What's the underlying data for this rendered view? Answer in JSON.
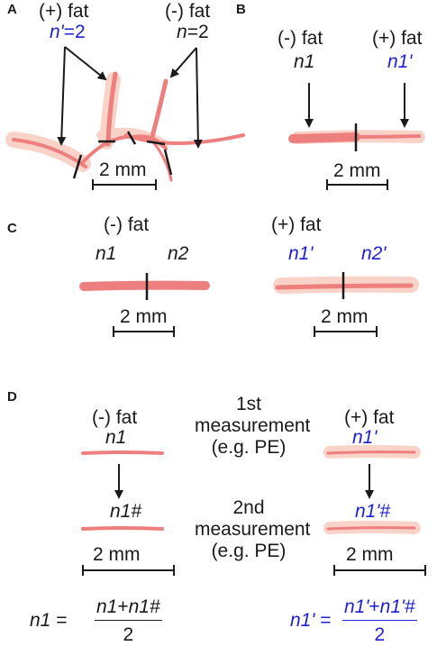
{
  "panel_a": {
    "letter": "A",
    "plus_fat": "(+) fat",
    "plus_n_var": "n'",
    "plus_n_val": "=2",
    "minus_fat": "(-) fat",
    "minus_n_var": "n",
    "minus_n_val": "=2",
    "scale": "2 mm"
  },
  "panel_b": {
    "letter": "B",
    "minus_fat": "(-) fat",
    "minus_n": "n1",
    "plus_fat": "(+) fat",
    "plus_n": "n1'",
    "scale": "2 mm"
  },
  "panel_c": {
    "letter": "C",
    "minus_fat": "(-) fat",
    "n1": "n1",
    "n2": "n2",
    "plus_fat": "(+) fat",
    "n1p": "n1'",
    "n2p": "n2'",
    "scale_left": "2 mm",
    "scale_right": "2 mm"
  },
  "panel_d": {
    "letter": "D",
    "minus_fat": "(-) fat",
    "n1": "n1",
    "n1_hash": "n1#",
    "plus_fat": "(+) fat",
    "n1p": "n1'",
    "n1p_hash": "n1'#",
    "first_line1": "1st",
    "first_line2": "measurement",
    "first_line3": "(e.g. PE)",
    "second_line1": "2nd",
    "second_line2": "measurement",
    "second_line3": "(e.g. PE)",
    "scale_left": "2 mm",
    "scale_right": "2 mm",
    "formula_left": {
      "lhs_var": "n1",
      "eq": " =",
      "num_a": "n1",
      "plus": "+",
      "num_b": "n1#",
      "den": "2"
    },
    "formula_right": {
      "lhs_var": "n1'",
      "eq": " =",
      "num_a": "n1'",
      "plus": "+",
      "num_b": "n1'#",
      "den": "2"
    }
  },
  "colors": {
    "fiber": "#ee7f7f",
    "fat": "#f9d3c8",
    "blue_text": "#1f1fd6",
    "line": "#1a1a1a"
  }
}
